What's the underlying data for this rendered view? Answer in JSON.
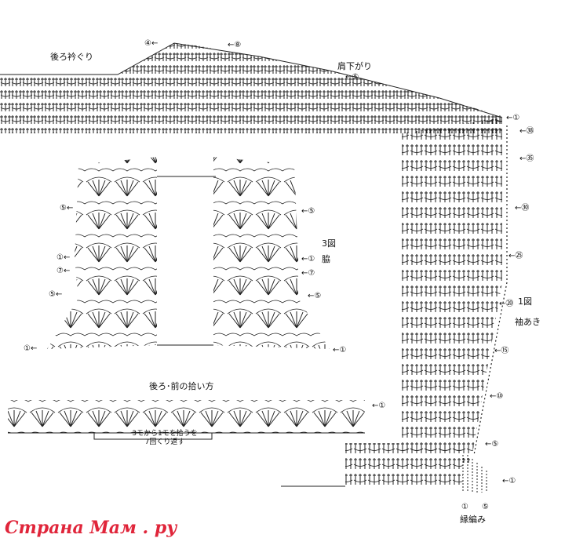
{
  "labels": {
    "back_neck": "後ろ衿ぐり",
    "shoulder_drop": "肩下がり",
    "fig3": "3図",
    "side": "脇",
    "fig1": "1図",
    "armhole": "袖あき",
    "pickup_title": "後ろ･前の拾い方",
    "pickup_note_1": "3モから1モを拾うを",
    "pickup_note_2": "7回くり返す",
    "edge_knit": "縁編み"
  },
  "row_marks": {
    "top_4": "④←",
    "top_8": "←⑧",
    "shoulder_5": "←⑤",
    "right_1": "←①",
    "r38": "←㊳",
    "r35": "←㉟",
    "r30": "←㉚",
    "r25": "←㉕",
    "r20": "←⑳",
    "r15": "←⑮",
    "r10": "←⑩",
    "r5": "←⑤",
    "bottom_1": "←①",
    "edge_5": "⑤",
    "edge_1": "①",
    "f3_left_5": "⑤←",
    "f3_left_1": "①←",
    "f3_left_7": "⑦←",
    "f3_left_5b": "⑤←",
    "f3_left_1b": "①←",
    "f3_right_5": "←⑤",
    "f3_right_1": "←①",
    "f3_right_7": "←⑦",
    "f3_right_5b": "←⑤",
    "f3_right_1b": "←①",
    "pickup_1": "←①"
  },
  "watermark": "Страна Мам . ру",
  "colors": {
    "ink": "#222222",
    "watermark": "#e0253a"
  }
}
